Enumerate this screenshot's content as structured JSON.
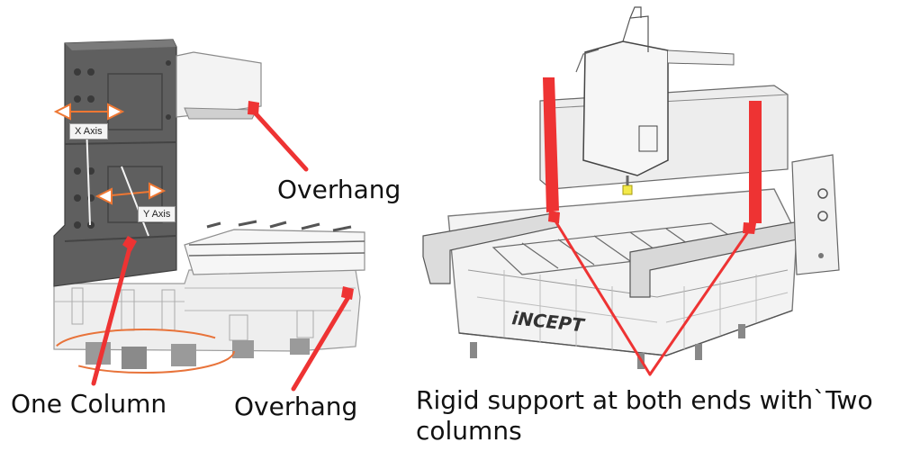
{
  "labels": {
    "x_axis": "X Axis",
    "y_axis": "Y Axis",
    "overhang_top": "Overhang",
    "overhang_bottom": "Overhang",
    "one_column": "One Column",
    "two_columns_line1": "Rigid support at both ends with`Two",
    "two_columns_line2": "columns",
    "brand": "iNCEPT"
  },
  "colors": {
    "callout_red": "#ee3333",
    "axis_orange": "#ee7733",
    "machine_dark": "#5f5f5f",
    "machine_light": "#e6e6e6",
    "ellipse": "#e8733a"
  }
}
